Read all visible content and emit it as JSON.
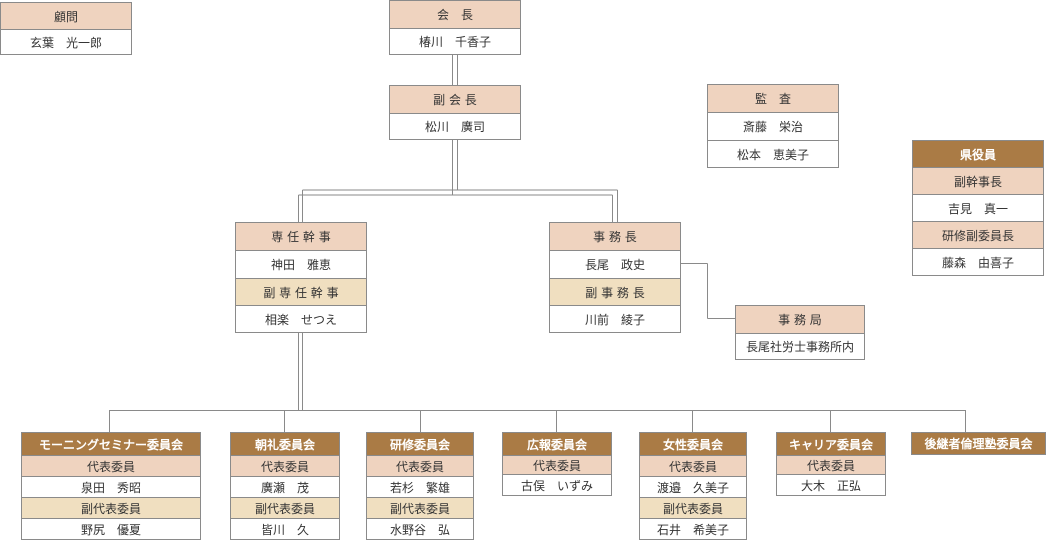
{
  "advisor": {
    "title": "顧問",
    "name": "玄葉　光一郎"
  },
  "chairman": {
    "title": "会　長",
    "name": "椿川　千香子"
  },
  "vice_chairman": {
    "title": "副 会 長",
    "name": "松川　廣司"
  },
  "auditor": {
    "title": "監　査",
    "names": [
      "斎藤　栄治",
      "松本　恵美子"
    ]
  },
  "prefecture_officers": {
    "title": "県役員",
    "roles": [
      {
        "title": "副幹事長",
        "name": "吉見　真一"
      },
      {
        "title": "研修副委員長",
        "name": "藤森　由喜子"
      }
    ]
  },
  "executive_secretary": {
    "title": "専 任 幹 事",
    "name": "神田　雅恵",
    "deputy_title": "副 専 任 幹 事",
    "deputy_name": "相楽　せつえ"
  },
  "secretary_general": {
    "title": "事 務 長",
    "name": "長尾　政史",
    "deputy_title": "副 事 務 長",
    "deputy_name": "川前　綾子"
  },
  "secretariat": {
    "title": "事 務 局",
    "name": "長尾社労士事務所内"
  },
  "committees": [
    {
      "title": "モーニングセミナー委員会",
      "rep_label": "代表委員",
      "rep": "泉田　秀昭",
      "vice_label": "副代表委員",
      "vice": "野尻　優夏"
    },
    {
      "title": "朝礼委員会",
      "rep_label": "代表委員",
      "rep": "廣瀬　茂",
      "vice_label": "副代表委員",
      "vice": "皆川　久"
    },
    {
      "title": "研修委員会",
      "rep_label": "代表委員",
      "rep": "若杉　繁雄",
      "vice_label": "副代表委員",
      "vice": "水野谷　弘"
    },
    {
      "title": "広報委員会",
      "rep_label": "代表委員",
      "rep": "古俣　いずみ"
    },
    {
      "title": "女性委員会",
      "rep_label": "代表委員",
      "rep": "渡邉　久美子",
      "vice_label": "副代表委員",
      "vice": "石井　希美子"
    },
    {
      "title": "キャリア委員会",
      "rep_label": "代表委員",
      "rep": "大木　正弘"
    },
    {
      "title": "後継者倫理塾委員会"
    }
  ],
  "colors": {
    "header": "#efd3bf",
    "deputy_header": "#f0dfc0",
    "committee_header": "#aa7b45",
    "border": "#8a8a8a",
    "line": "#8a8a8a"
  }
}
